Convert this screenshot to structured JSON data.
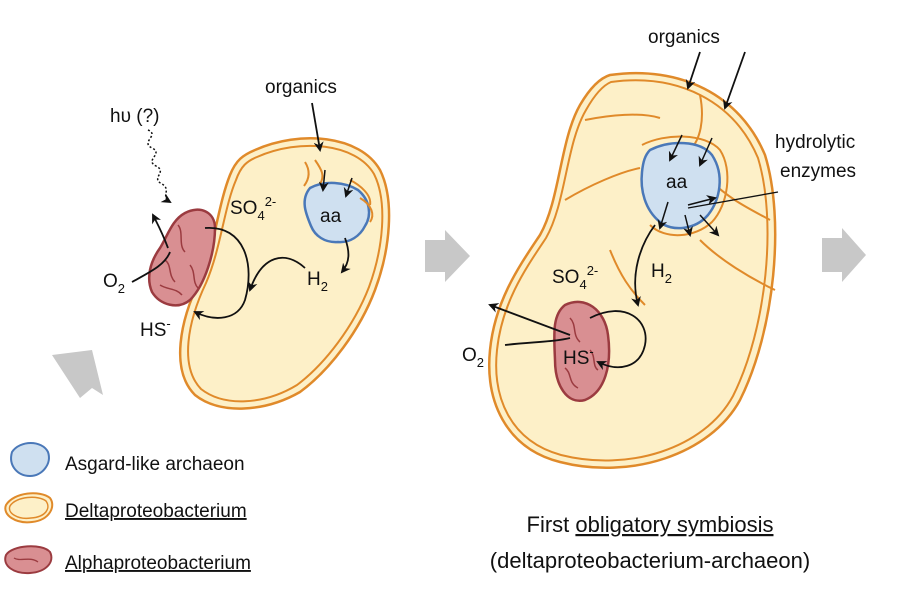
{
  "panel1": {
    "light": "hυ (?)",
    "organics": "organics",
    "sulfate_base": "SO",
    "sulfate_sub": "4",
    "sulfate_sup": "2-",
    "aa": "aa",
    "o2_base": "O",
    "o2_sub": "2",
    "h2_base": "H",
    "h2_sub": "2",
    "hs_base": "HS",
    "hs_sup": "-"
  },
  "panel2": {
    "organics": "organics",
    "hydrolytic_line1": "hydrolytic",
    "hydrolytic_line2": "enzymes",
    "aa": "aa",
    "sulfate_base": "SO",
    "sulfate_sub": "4",
    "sulfate_sup": "2-",
    "h2_base": "H",
    "h2_sub": "2",
    "o2_base": "O",
    "o2_sub": "2",
    "hs_base": "HS",
    "hs_sup": "-"
  },
  "legend": {
    "items": [
      {
        "label": "Asgard-like archaeon",
        "fill": "#cfe0f0",
        "stroke": "#4a78b8"
      },
      {
        "label": "Deltaproteobacterium",
        "fill": "#fdf0c8",
        "stroke": "#e08a2a"
      },
      {
        "label": "Alphaproteobacterium",
        "fill": "#d98f92",
        "stroke": "#9b3b40"
      }
    ]
  },
  "caption": {
    "line1_prefix": "First ",
    "line1_rest": "obligatory symbiosis",
    "line2": "(deltaproteobacterium-archaeon)"
  },
  "colors": {
    "delta_fill": "#fdf0c8",
    "delta_stroke": "#e08a2a",
    "archaeon_fill": "#cfe0f0",
    "archaeon_stroke": "#4a78b8",
    "alpha_fill": "#d98f92",
    "alpha_stroke": "#9b3b40",
    "big_arrow": "#c8c8c8"
  }
}
